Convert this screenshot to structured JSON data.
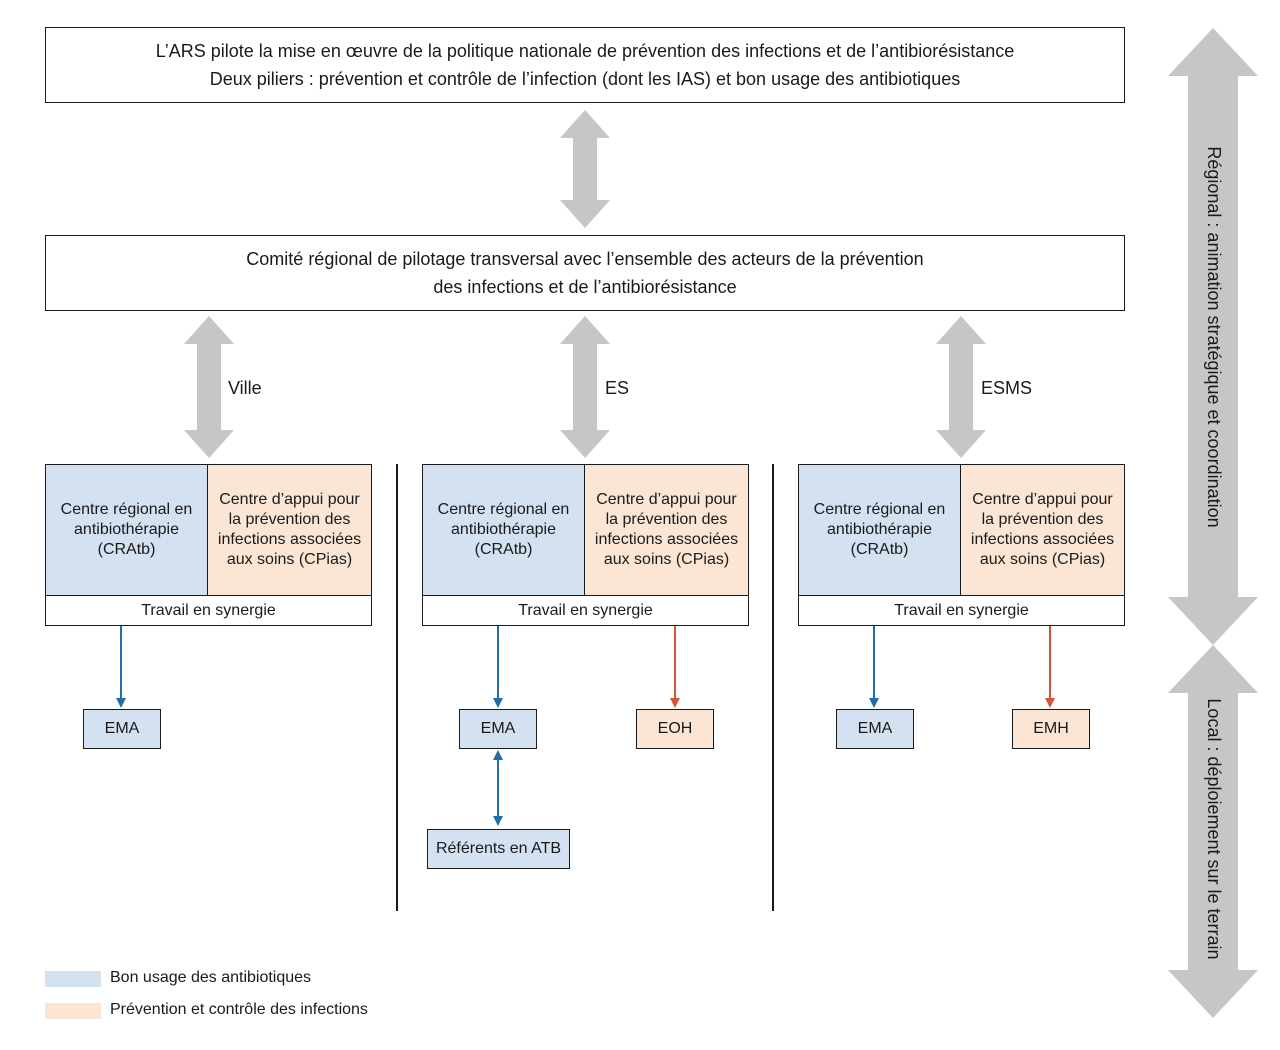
{
  "header": {
    "line1": "L’ARS pilote la mise en œuvre de la politique nationale de prévention des infections et de l’antibiorésistance",
    "line2": "Deux piliers : prévention et contrôle de l’infection (dont les IAS) et bon usage des antibiotiques"
  },
  "comite": {
    "line1": "Comité régional de pilotage transversal avec l’ensemble des acteurs de la prévention",
    "line2": "des infections et de l’antibiorésistance"
  },
  "columns": [
    {
      "label": "Ville",
      "cratb": "Centre régional en antibiothérapie (CRAtb)",
      "cpias": "Centre d’appui pour la prévention des infections associées aux soins (CPias)",
      "synergy": "Travail en synergie",
      "blue_target": "EMA"
    },
    {
      "label": "ES",
      "cratb": "Centre régional en antibiothérapie (CRAtb)",
      "cpias": "Centre d’appui pour la prévention des infections associées aux soins (CPias)",
      "synergy": "Travail en synergie",
      "blue_target": "EMA",
      "orange_target": "EOH",
      "referents": "Référents en ATB"
    },
    {
      "label": "ESMS",
      "cratb": "Centre régional en antibiothérapie (CRAtb)",
      "cpias": "Centre d’appui pour la prévention des infections associées aux soins (CPias)",
      "synergy": "Travail en synergie",
      "blue_target": "EMA",
      "orange_target": "EMH"
    }
  ],
  "side": {
    "regional": "Régional : animation stratégique et coordination",
    "local": "Local : déploiement sur le terrain"
  },
  "legend": {
    "blue": "Bon usage des antibiotiques",
    "orange": "Prévention et contrôle des infections"
  },
  "colors": {
    "blue_fill": "#d4e1f1",
    "orange_fill": "#fbe6d6",
    "blue_arrow": "#1f6fa8",
    "orange_arrow": "#d4543a",
    "grey_arrow": "#c6c6c6"
  }
}
